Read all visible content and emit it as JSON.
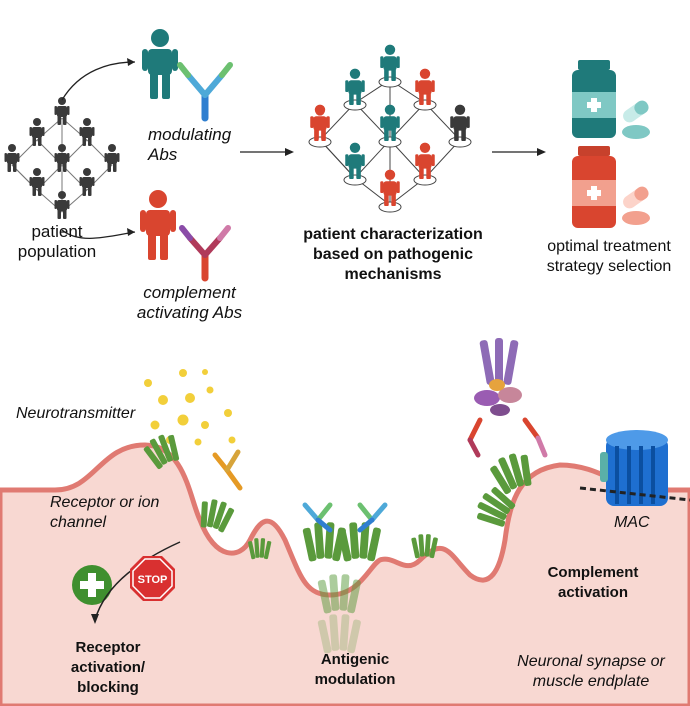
{
  "top": {
    "population_label": [
      "patient",
      "population"
    ],
    "modulating_label": [
      "modulating",
      "Abs"
    ],
    "complement_label": [
      "complement",
      "activating Abs"
    ],
    "characterization_label": [
      "patient characterization",
      "based on pathogenic",
      "mechanisms"
    ],
    "treatment_label": [
      "optimal treatment",
      "strategy selection"
    ]
  },
  "bottom": {
    "neurotransmitter": "Neurotransmitter",
    "receptor_channel": [
      "Receptor or ion",
      "channel"
    ],
    "stop_sign": "STOP",
    "receptor_activation": [
      "Receptor",
      "activation/",
      "blocking"
    ],
    "antigenic_modulation": [
      "Antigenic",
      "modulation"
    ],
    "mac": "MAC",
    "complement_activation": [
      "Complement",
      "activation"
    ],
    "synapse": [
      "Neuronal synapse or",
      "muscle endplate"
    ]
  },
  "colors": {
    "teal": "#1f7a7a",
    "red": "#d9452f",
    "dark_person": "#3a3a3a",
    "receptor_green": "#5a9a3c",
    "membrane": "#f8d8d2",
    "membrane_edge": "#e07a72",
    "mac_blue": "#1e6fd0",
    "stop_red": "#d93030",
    "plus_green": "#3f8f2e",
    "vesicle_yellow": "#f2cf3a"
  }
}
